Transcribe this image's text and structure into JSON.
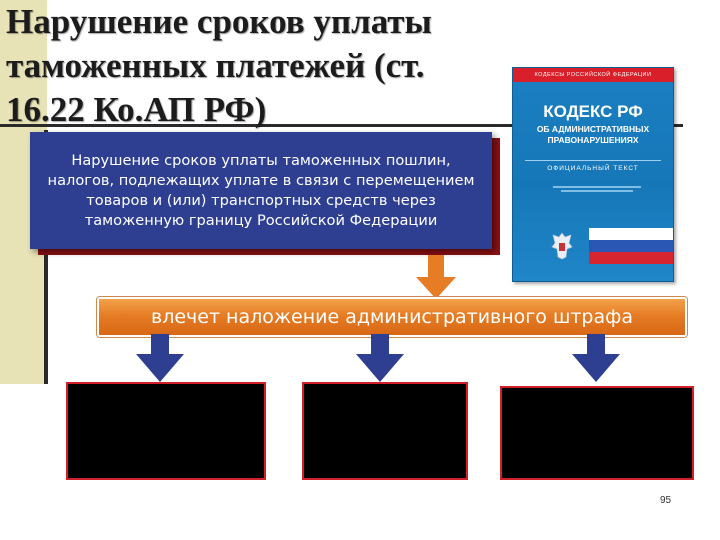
{
  "slide": {
    "title": "Нарушение сроков уплаты таможенных платежей (ст. 16.22 Ко.АП РФ)",
    "description": "Нарушение сроков уплаты таможенных пошлин, налогов, подлежащих уплате в связи с перемещением товаров и (или) транспортных средств через таможенную границу Российской Федерации",
    "consequence": "влечет наложение административного штрафа",
    "page_number": "95"
  },
  "book": {
    "top_band": "КОДЕКСЫ РОССИЙСКОЙ ФЕДЕРАЦИИ",
    "title": "КОДЕКС РФ",
    "subtitle_1": "ОБ АДМИНИСТРАТИВНЫХ",
    "subtitle_2": "ПРАВОНАРУШЕНИЯХ",
    "official": "ОФИЦИАЛЬНЫЙ ТЕКСТ"
  },
  "colors": {
    "accent_blue": "#2e3f92",
    "accent_orange": "#e67d25",
    "accent_red": "#d2202a",
    "side_band": "#e8e3b6"
  }
}
